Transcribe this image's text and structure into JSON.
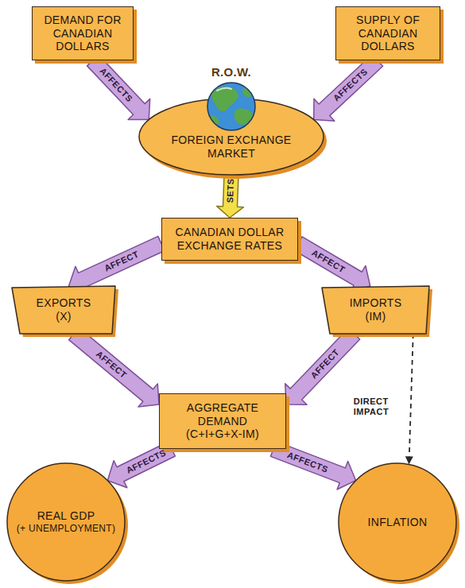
{
  "diagram": {
    "nodes": [
      {
        "text": [
          "DEMAND FOR CANADIAN DOLLARS"
        ]
      },
      {
        "text": [
          "SUPPLY OF CANADIAN DOLLARS"
        ]
      },
      {
        "text": [
          "R.O.W.",
          "FOREIGN EXCHANGE MARKET"
        ]
      },
      {
        "text": [
          "CANADIAN DOLLAR EXCHANGE RATES"
        ]
      },
      {
        "text": [
          "EXPORTS",
          "(X)"
        ]
      },
      {
        "text": [
          "IMPORTS",
          "(IM)"
        ]
      },
      {
        "text": [
          "AGGREGATE DEMAND",
          "(C+I+G+X-IM)"
        ]
      },
      {
        "text": [
          "REAL GDP",
          "(+ UNEMPLOYMENT)"
        ]
      },
      {
        "text": [
          "INFLATION"
        ]
      }
    ],
    "edges": [
      {
        "from": 0,
        "to": 2,
        "label": "AFFECTS",
        "arrow": "to"
      },
      {
        "from": 1,
        "to": 2,
        "label": "AFFECTS",
        "arrow": "to"
      },
      {
        "from": 2,
        "to": 3,
        "label": "SETS",
        "arrow": "to"
      },
      {
        "from": 3,
        "to": 4,
        "label": "AFFECT",
        "arrow": "to"
      },
      {
        "from": 3,
        "to": 5,
        "label": "AFFECT",
        "arrow": "to"
      },
      {
        "from": 4,
        "to": 6,
        "label": "AFFECT",
        "arrow": "to"
      },
      {
        "from": 5,
        "to": 6,
        "label": "AFFECT",
        "arrow": "to"
      },
      {
        "from": 6,
        "to": 7,
        "label": "AFFECTS",
        "arrow": "to"
      },
      {
        "from": 6,
        "to": 8,
        "label": "AFFECTS",
        "arrow": "to"
      },
      {
        "from": 5,
        "to": 8,
        "label": "DIRECT IMPACT",
        "arrow": "to"
      }
    ]
  }
}
